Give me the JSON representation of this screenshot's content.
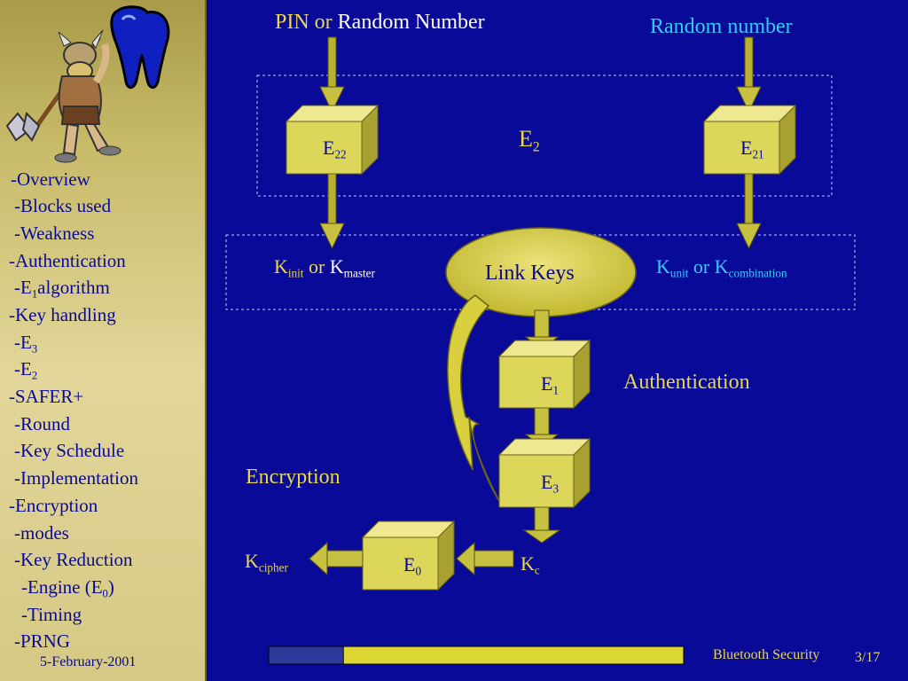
{
  "sidebar": {
    "nav": [
      {
        "pre": "-Overview",
        "sub": "",
        "post": ""
      },
      {
        "pre": "-Blocks used",
        "sub": "",
        "post": ""
      },
      {
        "pre": "-Weakness",
        "sub": "",
        "post": ""
      },
      {
        "pre": "-Authentication",
        "sub": "",
        "post": ""
      },
      {
        "pre": "-E",
        "sub": "1",
        "post": "algorithm"
      },
      {
        "pre": "-Key handling",
        "sub": "",
        "post": ""
      },
      {
        "pre": "-E",
        "sub": "3",
        "post": ""
      },
      {
        "pre": "-E",
        "sub": "2",
        "post": ""
      },
      {
        "pre": "-SAFER+",
        "sub": "",
        "post": ""
      },
      {
        "pre": "-Round",
        "sub": "",
        "post": ""
      },
      {
        "pre": "-Key Schedule",
        "sub": "",
        "post": ""
      },
      {
        "pre": "-Implementation",
        "sub": "",
        "post": ""
      },
      {
        "pre": "-Encryption",
        "sub": "",
        "post": ""
      },
      {
        "pre": "-modes",
        "sub": "",
        "post": ""
      },
      {
        "pre": "-Key Reduction",
        "sub": "",
        "post": ""
      },
      {
        "pre": "-Engine (E",
        "sub": "0",
        "post": ")"
      },
      {
        "pre": "-Timing",
        "sub": "",
        "post": ""
      },
      {
        "pre": "-PRNG",
        "sub": "",
        "post": ""
      }
    ],
    "active_items": [
      "-Overview",
      "-Blocks used"
    ],
    "date": "5-February-2001"
  },
  "diagram": {
    "top_left_pin": "PIN",
    "top_left_or": "or",
    "top_left_random": "Random Number",
    "top_right": "Random number",
    "e2_group": {
      "base": "E",
      "sub": "2"
    },
    "e22": {
      "base": "E",
      "sub": "22"
    },
    "e21": {
      "base": "E",
      "sub": "21"
    },
    "kinit": {
      "k": "K",
      "sub": "init"
    },
    "kinit_or": "or",
    "kmaster": {
      "k": "K",
      "sub": "master"
    },
    "link_keys": "Link Keys",
    "kunit": {
      "k": "K",
      "sub": "unit"
    },
    "kunit_or": "or",
    "kcomb": {
      "k": "K",
      "sub": "combination"
    },
    "e1": {
      "base": "E",
      "sub": "1"
    },
    "e3": {
      "base": "E",
      "sub": "3"
    },
    "e0": {
      "base": "E",
      "sub": "0"
    },
    "authentication": "Authentication",
    "encryption": "Encryption",
    "kcipher": {
      "k": "K",
      "sub": "cipher"
    },
    "kc": {
      "k": "K",
      "sub": "c"
    }
  },
  "footer": {
    "title": "Bluetooth Security",
    "page": "3/17"
  },
  "colors": {
    "background": "#0a0a98",
    "block_face": "#dcd65a",
    "accent_yellow": "#e8d84a",
    "accent_cyan": "#33ccff",
    "progress_done": "#2e3a9a",
    "progress_rest": "#dcd635"
  },
  "progress": {
    "fraction": 0.18
  }
}
